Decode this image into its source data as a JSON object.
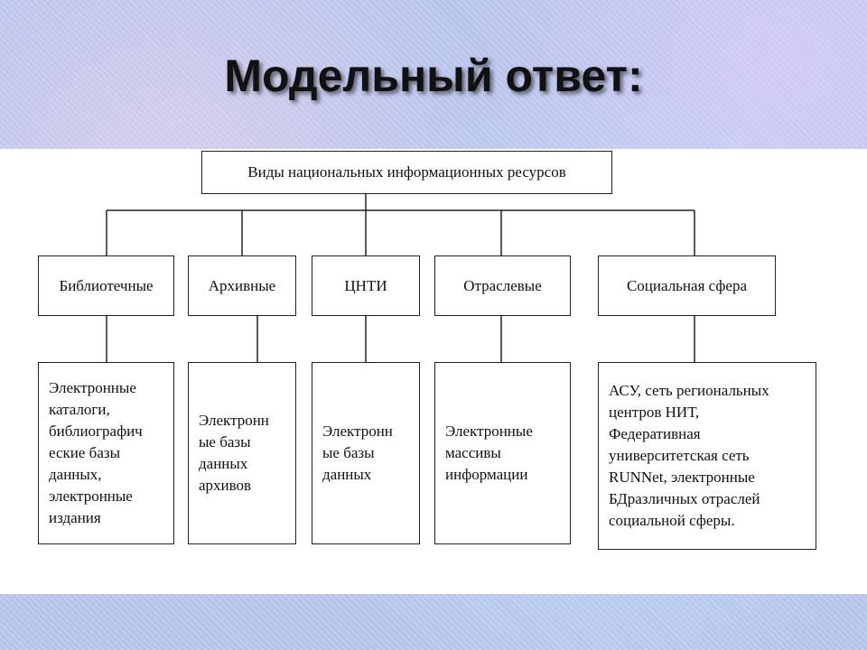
{
  "title": "Модельный ответ:",
  "diagram": {
    "root": "Виды национальных информационных ресурсов",
    "categories": [
      {
        "label": "Библиотечные",
        "description": "Электронные\nкаталоги,\nбиблиографич\nеские базы\nданных,\nэлектронные\nиздания"
      },
      {
        "label": "Архивные",
        "description": "Электронн\nые базы\nданных\nархивов"
      },
      {
        "label": "ЦНТИ",
        "description": "Электронн\nые базы\nданных"
      },
      {
        "label": "Отраслевые",
        "description": "Электронные\nмассивы\nинформации"
      },
      {
        "label": "Социальная сфера",
        "description": "АСУ, сеть региональных\nцентров НИТ,\nФедеративная\nуниверситетская сеть\nRUNNet, электронные\nБДразличных отраслей\nсоциальной сферы."
      }
    ]
  }
}
